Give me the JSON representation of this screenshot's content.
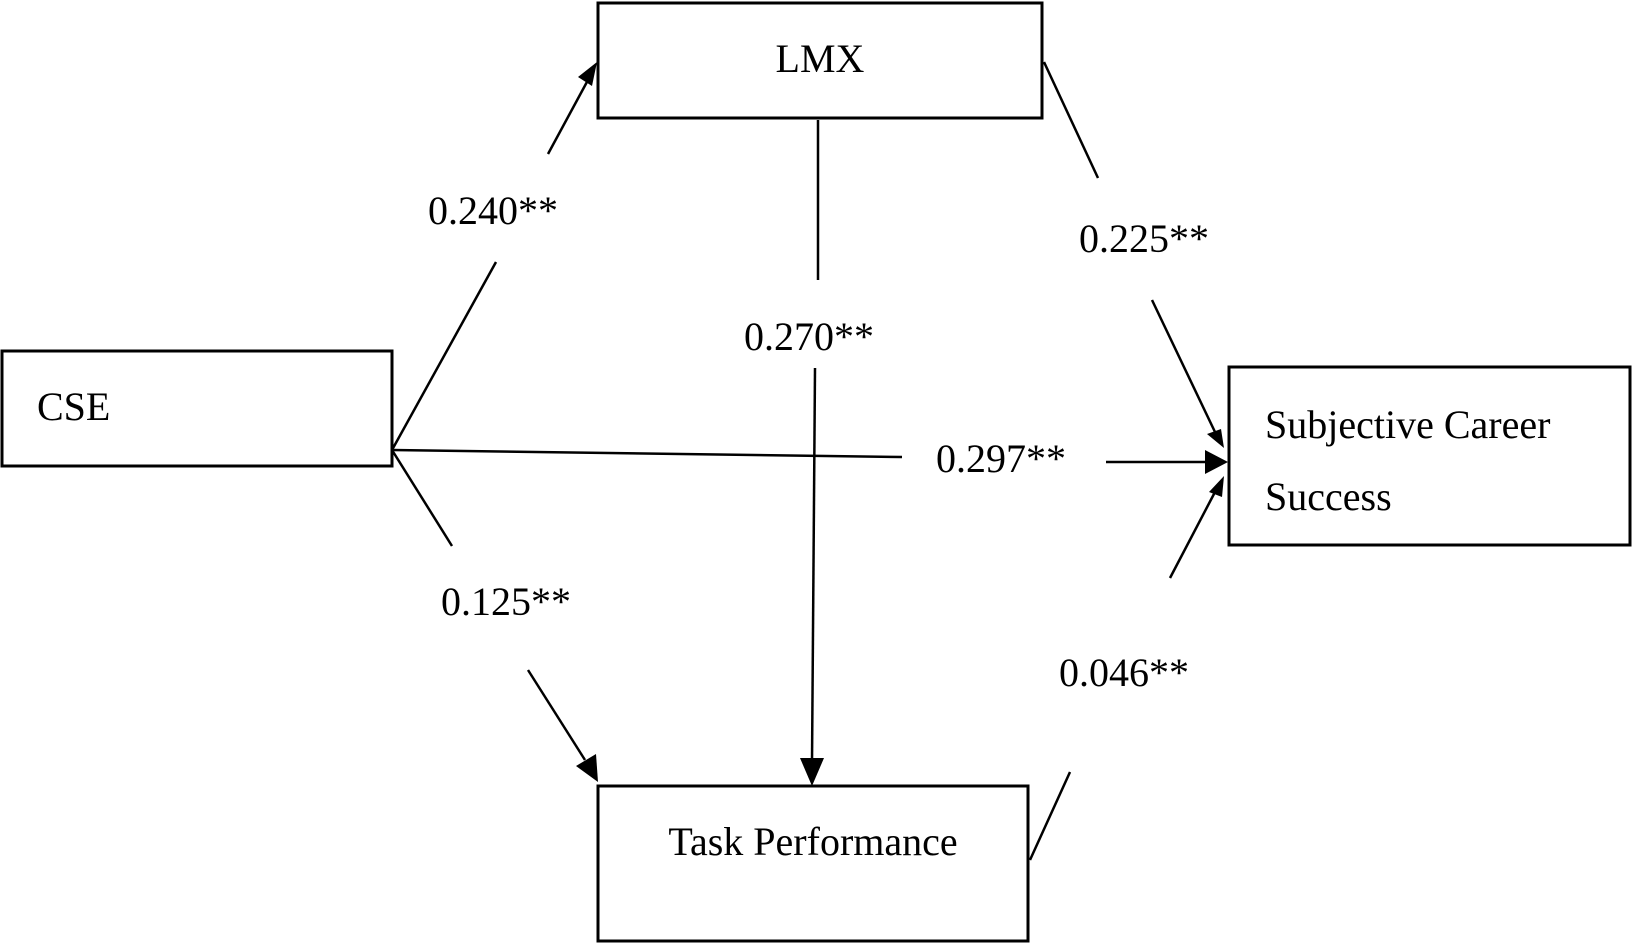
{
  "nodes": {
    "lmx": {
      "label": "LMX"
    },
    "cse": {
      "label": "CSE"
    },
    "subjective_career_success": {
      "label_line1": "Subjective Career",
      "label_line2": "Success"
    },
    "task_performance": {
      "label": "Task Performance"
    }
  },
  "paths": {
    "cse_to_lmx": "0.240**",
    "lmx_to_success": "0.225**",
    "lmx_to_task": "0.270**",
    "cse_to_success": "0.297**",
    "cse_to_task": "0.125**",
    "task_to_success": "0.046**"
  },
  "colors": {
    "line": "#000000",
    "background": "#ffffff"
  }
}
